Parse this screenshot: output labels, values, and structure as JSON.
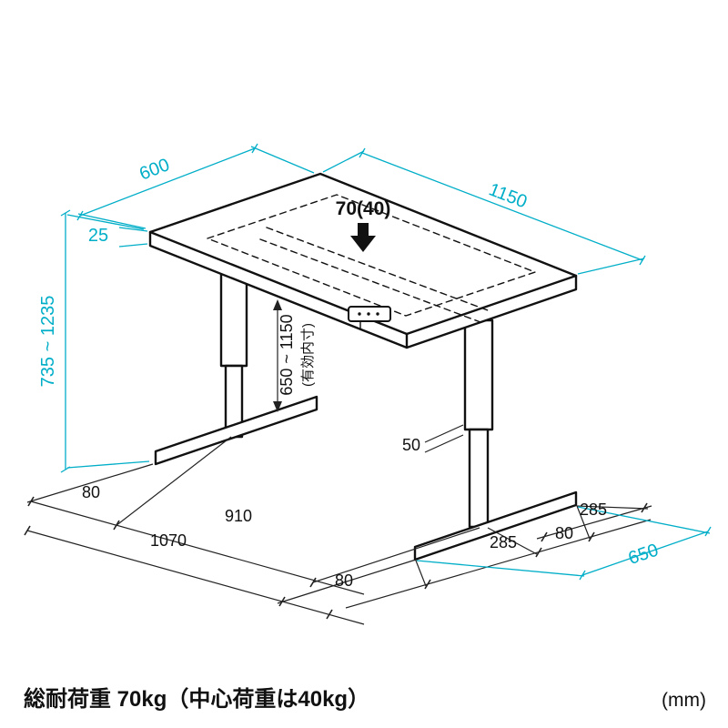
{
  "diagram": {
    "labels": {
      "depth": "600",
      "width": "1150",
      "thickness": "25",
      "height_range": "735 ~ 1235",
      "load_center": "70(40)",
      "inner_height": "650 ~ 1150",
      "inner_note": "(有効内寸)",
      "column": "50",
      "left_offset": "80",
      "span": "910",
      "base_width": "1070",
      "center_offset": "80",
      "foot_front": "285",
      "foot_rear": "285",
      "right_offset": "80",
      "foot_depth": "650"
    }
  },
  "footer": {
    "load_note": "総耐荷重 70kg（中心荷重は40kg）",
    "unit": "(mm)"
  },
  "colors": {
    "accent": "#00AEC8",
    "ink": "#111111"
  }
}
